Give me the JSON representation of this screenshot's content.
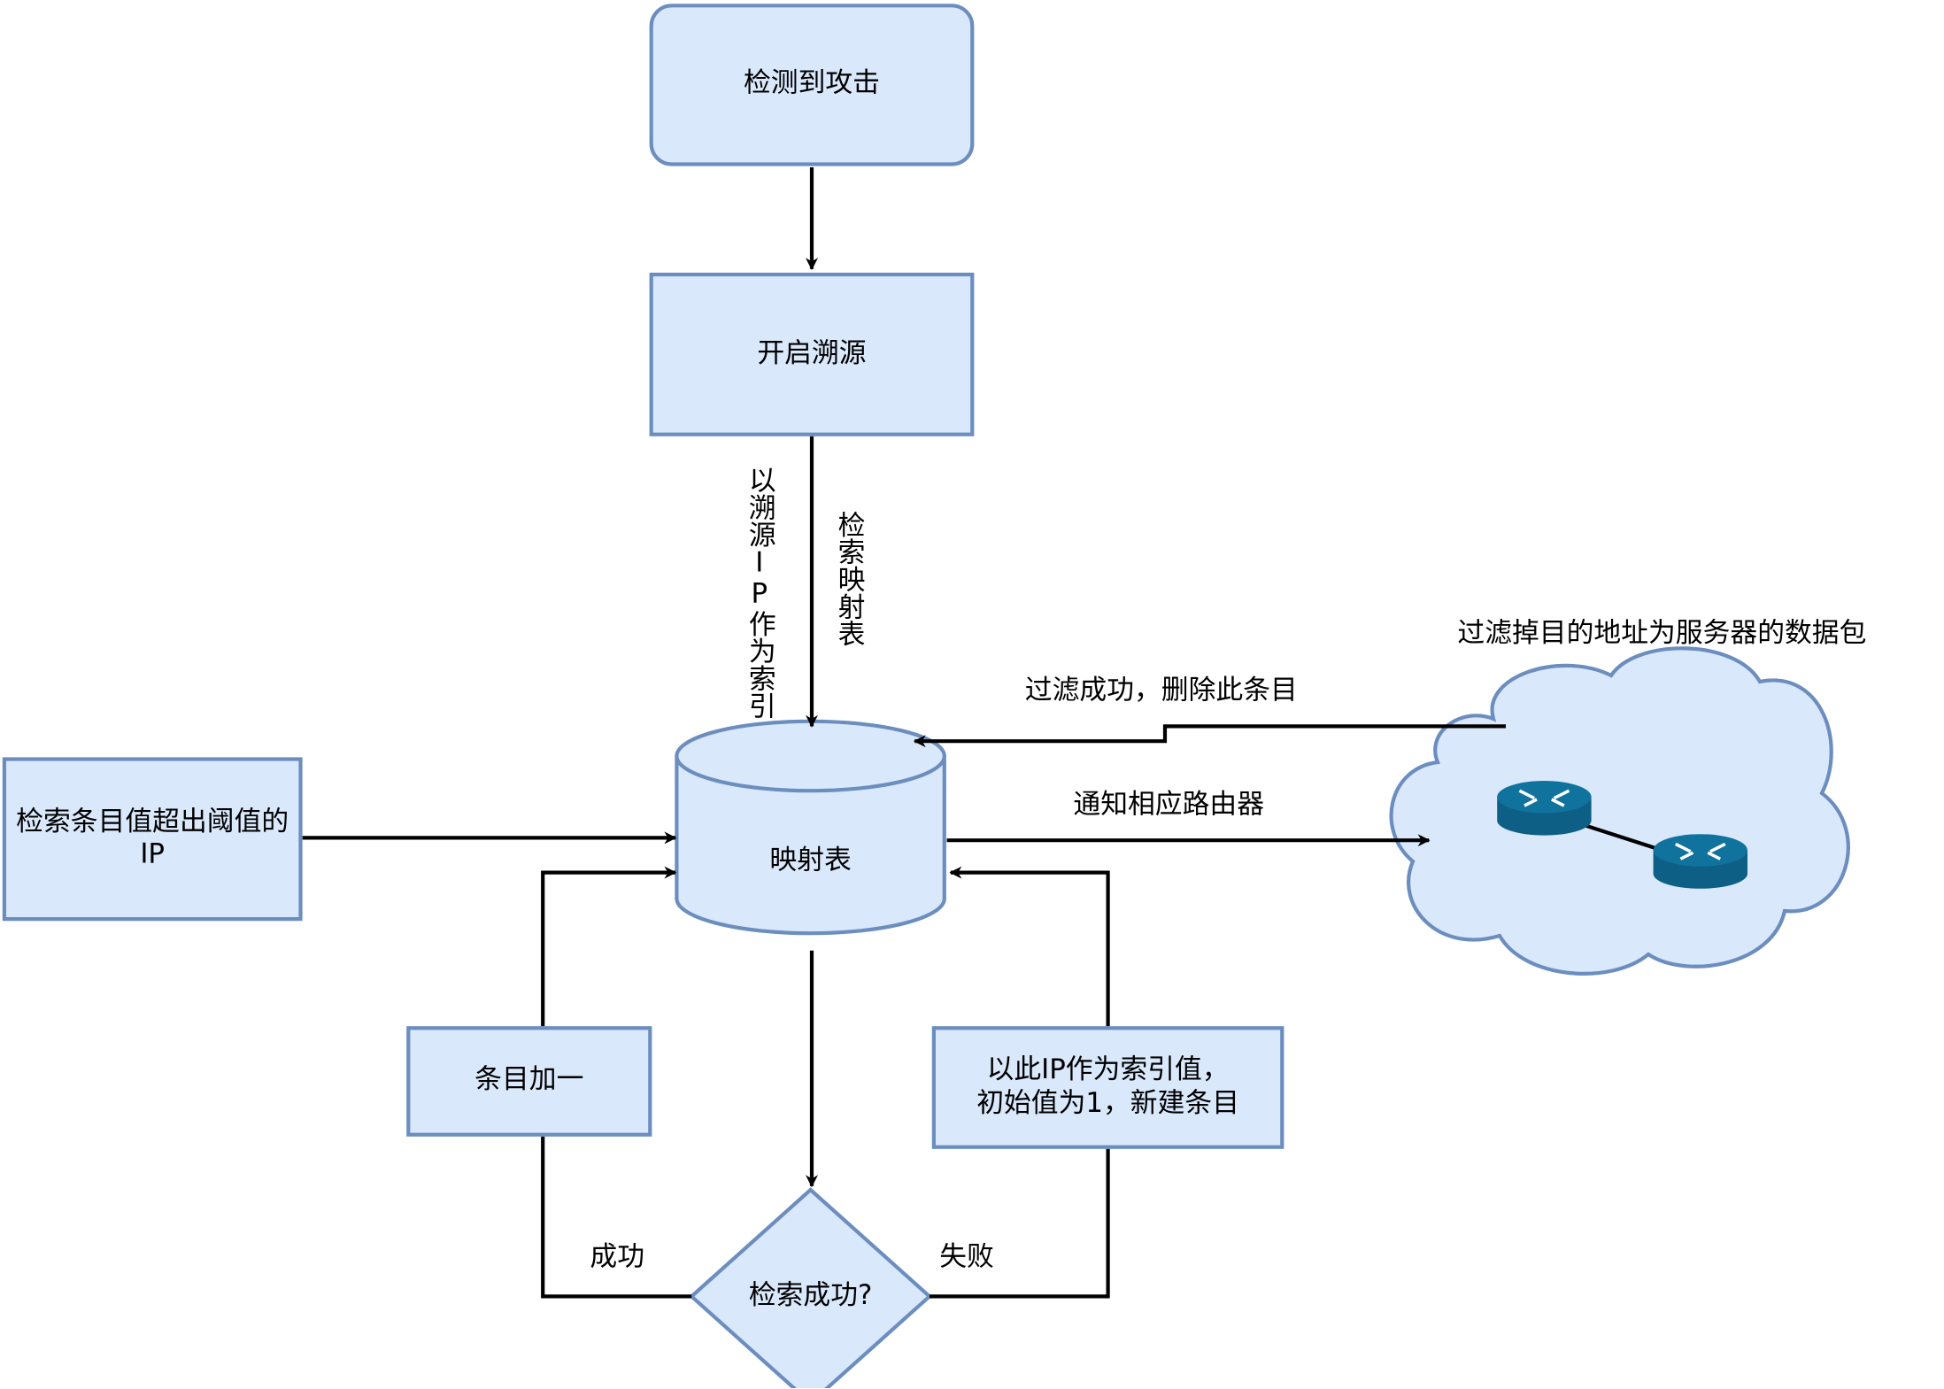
{
  "nodes": {
    "detect": "检测到攻击",
    "trace": "开启溯源",
    "map_table": "映射表",
    "threshold_ip": "检索条目值超出阈值的IP",
    "increment": "条目加一",
    "new_entry_line1": "以此IP作为索引值，",
    "new_entry_line2": "初始值为1，新建条目",
    "decision": "检索成功?",
    "cloud_caption": "过滤掉目的地址为服务器的数据包"
  },
  "edges": {
    "index_by_ip": "以溯源IP作为索引",
    "search_table": "检索映射表",
    "filter_success": "过滤成功，删除此条目",
    "notify_router": "通知相应路由器",
    "success": "成功",
    "failure": "失败"
  },
  "icons": {
    "router_a": "router-icon",
    "router_b": "router-icon"
  },
  "colors": {
    "fill": "#dae8fc",
    "stroke": "#6c8ebf",
    "router": "#10739e"
  }
}
